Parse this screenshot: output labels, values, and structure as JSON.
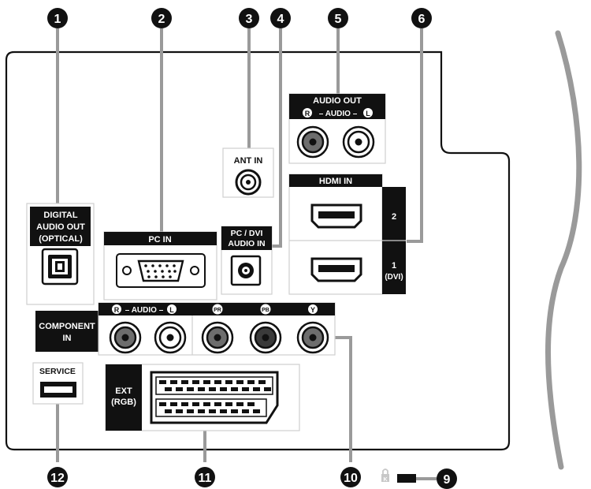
{
  "callouts": [
    "1",
    "2",
    "3",
    "4",
    "5",
    "6",
    "9",
    "10",
    "11",
    "12"
  ],
  "ports": {
    "digital_audio_out": [
      "DIGITAL",
      "AUDIO OUT",
      "(OPTICAL)"
    ],
    "pc_in": "PC IN",
    "ant_in": "ANT IN",
    "pc_dvi_audio_in": [
      "PC / DVI",
      "AUDIO IN"
    ],
    "audio_out": {
      "title": "AUDIO OUT",
      "channels": "– AUDIO –",
      "right": "R",
      "left": "L"
    },
    "hdmi_in": {
      "title": "HDMI IN",
      "port2": "2",
      "port1": "1",
      "port1_sub": "(DVI)"
    },
    "component_in": {
      "label": [
        "COMPONENT",
        "IN"
      ],
      "audio": "– AUDIO –",
      "right": "R",
      "left": "L",
      "pr": "PR",
      "pb": "PB",
      "y": "Y"
    },
    "service": "SERVICE",
    "ext_rgb": [
      "EXT",
      "(RGB)"
    ],
    "kensington": "K"
  },
  "colors": {
    "panel_stroke": "#111111",
    "badge": "#111111",
    "tab": "#111111",
    "jack_grey": "#6d6d6d",
    "cable": "#9a9a9a"
  }
}
